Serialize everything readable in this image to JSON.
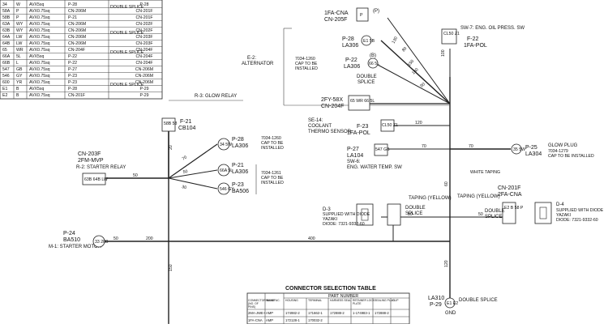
{
  "wire_table": {
    "rows": [
      [
        "34",
        "W",
        "AVX5sq",
        "P-28",
        "P-28"
      ],
      [
        "58A",
        "P",
        "AVX0.75sq",
        "CN-206M",
        "CN-201F"
      ],
      [
        "58B",
        "P",
        "AVX0.75sq",
        "P-21",
        "CN-201F"
      ],
      [
        "63A",
        "WY",
        "AVX0.75sq",
        "CN-206M",
        "CN-202F"
      ],
      [
        "63B",
        "WY",
        "AVX0.75sq",
        "CN-206M",
        "CN-202F"
      ],
      [
        "64A",
        "LW",
        "AVX0.75sq",
        "CN-206M",
        "CN-203F"
      ],
      [
        "64B",
        "LW",
        "AVX0.75sq",
        "CN-206M",
        "CN-203F"
      ],
      [
        "65",
        "WR",
        "AVX0.75sq",
        "CN-204F",
        "CN-204F"
      ],
      [
        "66A",
        "5L",
        "AVX5sq",
        "P-22",
        "CN-204F"
      ],
      [
        "66B",
        "L",
        "AVX0.75sq",
        "P-22",
        "CN-204F"
      ],
      [
        "547",
        "GB",
        "AVX0.75sq",
        "P-27",
        "CN-206M"
      ],
      [
        "546",
        "GY",
        "AVX0.75sq",
        "P-23",
        "CN-206M"
      ],
      [
        "600",
        "YR",
        "AVX0.75sq",
        "P-23",
        "CN-206M"
      ],
      [
        "E1",
        "B",
        "AVX5sq",
        "P-28",
        "P-29"
      ],
      [
        "E2",
        "B",
        "AVX0.75sq",
        "CN-201F",
        "P-29"
      ]
    ],
    "double_splice": "DOUBLE SPLICE"
  },
  "labels": {
    "fa_cna_id": "1FA-CNA",
    "fa_cna_cn": "CN-205F",
    "fa_cna_pin": "(P)",
    "p28_la306_a": "P-28",
    "p28_la306_b": "LA306",
    "p22_id": "P-22",
    "p22_la": "LA306",
    "p22_pin": "(B)",
    "double_splice": "DOUBLE",
    "double_splice2": "SPLICE",
    "sw7": "SW-7: ENG. OIL PRESS. SW",
    "f22": "F-22",
    "f22_pol": "1FA-POL",
    "e2_title": "E-2:",
    "e2_name": "ALTERNATOR",
    "cap1_a": "7034-1260",
    "cap1_b": "CAP TO BE",
    "cap1_c": "INSTALLED",
    "fy_id": "2FY-58X",
    "fy_cn": "CN-204F",
    "r3": "R-3: GLOW RELAY",
    "f21": "F-21",
    "cb104": "CB104",
    "p28b_a": "P-28",
    "p28b_b": "LA306",
    "cap2_a": "7034-1260",
    "cap2_b": "CAP TO BE",
    "cap2_c": "INSTALLED",
    "cn203f": "CN-203F",
    "fm_mvp": "2FM-MVP",
    "r2": "R-2: STARTER RELAY",
    "p21": "P-21",
    "p21_la": "LA306",
    "p23": "P-23",
    "p23_ba": "BA506",
    "cap3_a": "7034-1261",
    "cap3_b": "CAP TO BE",
    "cap3_c": "INSTALLED",
    "se14_a": "SE-14:",
    "se14_b": "COOLANT",
    "se14_c": "THERMO SENSOR",
    "f23": "F-23",
    "f23_pol": "1FA-POL",
    "p27": "P-27",
    "la104": "LA104",
    "sw6_a": "SW-6:",
    "sw6_b": "ENG. WATER TEMP. SW",
    "p25": "P-25",
    "la304": "LA304",
    "glow_a": "GLOW PLUG",
    "glow_b": "7034-1279",
    "glow_c": "CAP TO BE INSTALLED",
    "white_taping": "WHITE TAPING",
    "taping_yellow1": "TAPING (YELLOW)",
    "taping_yellow2": "TAPING (YELLOW)",
    "cn201f": "CN-201F",
    "fa_cna2": "2FA-CNA",
    "d3_a": "D-3",
    "d3_b": "SUPPLIED WITH DIODE",
    "d3_c": "YAZAKI",
    "d3_d": "DIODE: 7321-9332-60",
    "d4_a": "D-4",
    "d4_b": "SUPPLIED WITH DIODE",
    "d4_c": "YAZAKI",
    "d4_d": "DIODE: 7321-9332-60",
    "ds_mid_a": "DOUBLE",
    "ds_mid_b": "SPLICE",
    "ds_right_a": "DOUBLE",
    "ds_right_b": "SPLICE",
    "p24": "P-24",
    "ba510": "BA510",
    "m1": "M-1: STARTER MOTOR",
    "table_title": "CONNECTOR SELECTION TABLE",
    "la310": "LA310",
    "p29": "P-29",
    "double_splice_bottom": "DOUBLE SPLICE",
    "gnd": "GND"
  },
  "dims": {
    "d130": "130",
    "d80": "80",
    "d150": "150",
    "d160": "160",
    "d90": "90",
    "d120": "120",
    "d100": "100",
    "d70a": "70",
    "d70b": "70",
    "d70c": "70",
    "d50a": "50",
    "d50b": "50",
    "d50c": "50",
    "d50d": "50",
    "d30": "30",
    "d200": "200",
    "d400": "400",
    "d150b": "150",
    "d20": "20",
    "d60": "60",
    "d120b": "120",
    "d50e": "50"
  },
  "pins": {
    "p_box": "P",
    "cl50": "CL50 Z1",
    "fy_pins": "65 WR 66 5L",
    "f21_box": "58B 58",
    "p28b_box": "34 5W",
    "p21_box": "66A 5L",
    "p23_box": "546 GY",
    "cn203f_box": "63B 64B LW",
    "f23_box": "CL50 Z1",
    "p27_box": "547 GB",
    "p25_box": "35 5W",
    "p24_box": "33 20B",
    "p28_top": "E1 5B",
    "p22_top": "66 5L",
    "cn201f_box": "E2 B 58 P",
    "p29_box": "E1 E2"
  },
  "conn_table": {
    "headers": [
      "CONNECTOR NAME (NO. OF PINS)",
      "MANUFAC.",
      "HOUSING",
      "TERMINAL",
      "HARNESS SEAL",
      "RETAINER LOCK PLATE",
      "SEALING PLUG",
      "CLIP"
    ],
    "part_number": "PART NUMBER",
    "rows": [
      [
        "2MA-JWE+",
        "AMP",
        "174982-2",
        "171662-1",
        "172888-2",
        "1-174983-1",
        "172888-2",
        ""
      ],
      [
        "1FA-CNA",
        "AMP",
        "172128-1",
        "170032-2",
        "",
        "",
        "",
        ""
      ]
    ]
  }
}
